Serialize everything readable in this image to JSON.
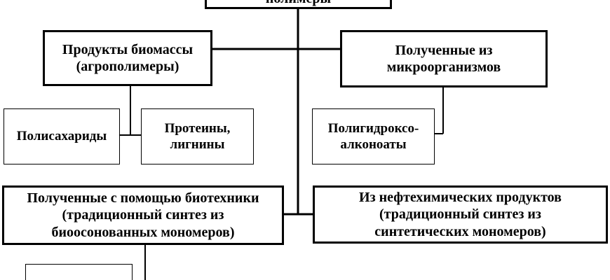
{
  "diagram": {
    "root": {
      "text": "полимеры"
    },
    "biomass": {
      "text": "Продукты биомассы\n(агрополимеры)"
    },
    "microorganisms": {
      "text": "Полученные из\nмикроорганизмов"
    },
    "polysaccharides": {
      "text": "Полисахариды"
    },
    "proteins": {
      "text": "Протеины,\nлигнины"
    },
    "pha": {
      "text": "Полигидроксо-\nалконоаты"
    },
    "biotech": {
      "text": "Полученные с помощью биотехники\n(традиционный синтез из\nбиоосонованных мономеров)"
    },
    "petrochem": {
      "text": "Из нефтехимических продуктов\n(традиционный синтез из\nсинтетических мономеров)"
    },
    "bottom_box": {
      "text": ""
    }
  }
}
